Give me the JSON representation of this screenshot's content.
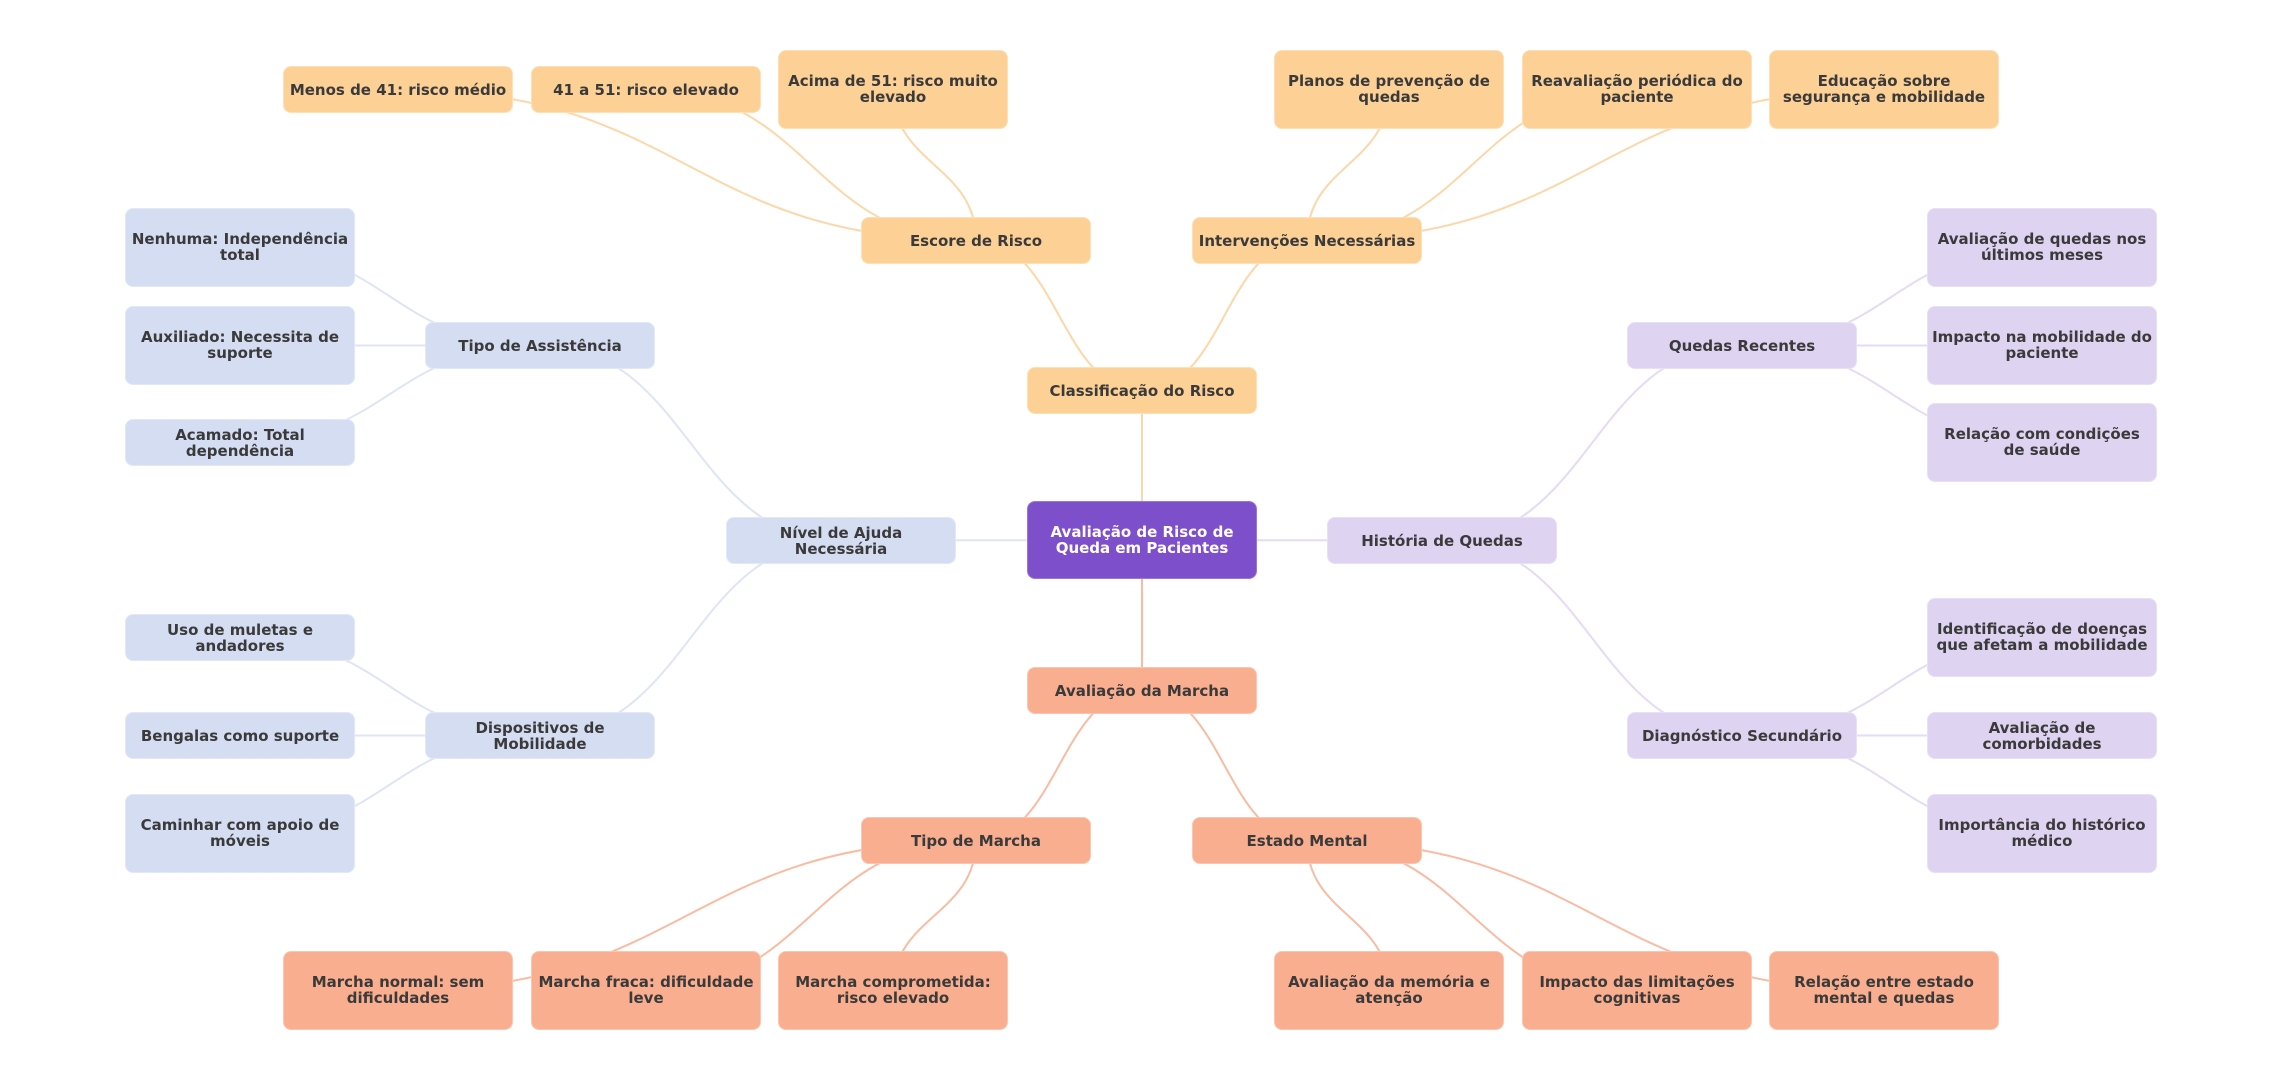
{
  "mindmap": {
    "root": {
      "label": "Avaliação de Risco de Queda em Pacientes"
    },
    "colors": {
      "root": "#7e4fcb",
      "top": "#fdd095",
      "left": "#d5ddf2",
      "right": "#ded3f1",
      "bottom": "#f9ae8f",
      "edge_top": "#fdd7a8",
      "edge_left": "#dfe5f5",
      "edge_right": "#e4dbf5",
      "edge_bottom": "#f9bca3"
    },
    "top": {
      "label": "Classificação do Risco",
      "children": [
        {
          "label": "Escore de Risco",
          "children": [
            "Menos de 41: risco médio",
            "41 a 51: risco elevado",
            "Acima de 51: risco muito elevado"
          ]
        },
        {
          "label": "Intervenções Necessárias",
          "children": [
            "Planos de prevenção de quedas",
            "Reavaliação periódica do paciente",
            "Educação sobre segurança e mobilidade"
          ]
        }
      ]
    },
    "left": {
      "label": "Nível de Ajuda Necessária",
      "children": [
        {
          "label": "Tipo de Assistência",
          "children": [
            "Nenhuma: Independência total",
            "Auxiliado: Necessita de suporte",
            "Acamado: Total dependência"
          ]
        },
        {
          "label": "Dispositivos de Mobilidade",
          "children": [
            "Uso de muletas e andadores",
            "Bengalas como suporte",
            "Caminhar com apoio de móveis"
          ]
        }
      ]
    },
    "right": {
      "label": "História de Quedas",
      "children": [
        {
          "label": "Quedas Recentes",
          "children": [
            "Avaliação de quedas nos últimos meses",
            "Impacto na mobilidade do paciente",
            "Relação com condições de saúde"
          ]
        },
        {
          "label": "Diagnóstico Secundário",
          "children": [
            "Identificação de doenças que afetam a mobilidade",
            "Avaliação de comorbidades",
            "Importância do histórico médico"
          ]
        }
      ]
    },
    "bottom": {
      "label": "Avaliação da Marcha",
      "children": [
        {
          "label": "Tipo de Marcha",
          "children": [
            "Marcha normal: sem dificuldades",
            "Marcha fraca: dificuldade leve",
            "Marcha comprometida: risco elevado"
          ]
        },
        {
          "label": "Estado Mental",
          "children": [
            "Avaliação da memória e atenção",
            "Impacto das limitações cognitivas",
            "Relação entre estado mental e quedas"
          ]
        }
      ]
    }
  }
}
